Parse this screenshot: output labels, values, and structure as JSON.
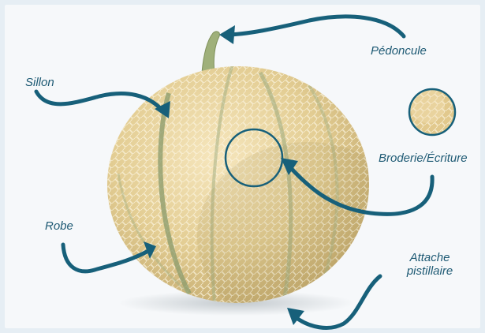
{
  "labels": {
    "pedoncule": "Pédoncule",
    "sillon": "Sillon",
    "broderie": "Broderie/Écriture",
    "robe": "Robe",
    "attache_line1": "Attache",
    "attache_line2": "pistillaire"
  },
  "colors": {
    "background": "#e6eef4",
    "arrow": "#17607a",
    "label_text": "#1e5a74",
    "melon_rind": "#e0c98f",
    "melon_groove": "#9aa77a"
  }
}
